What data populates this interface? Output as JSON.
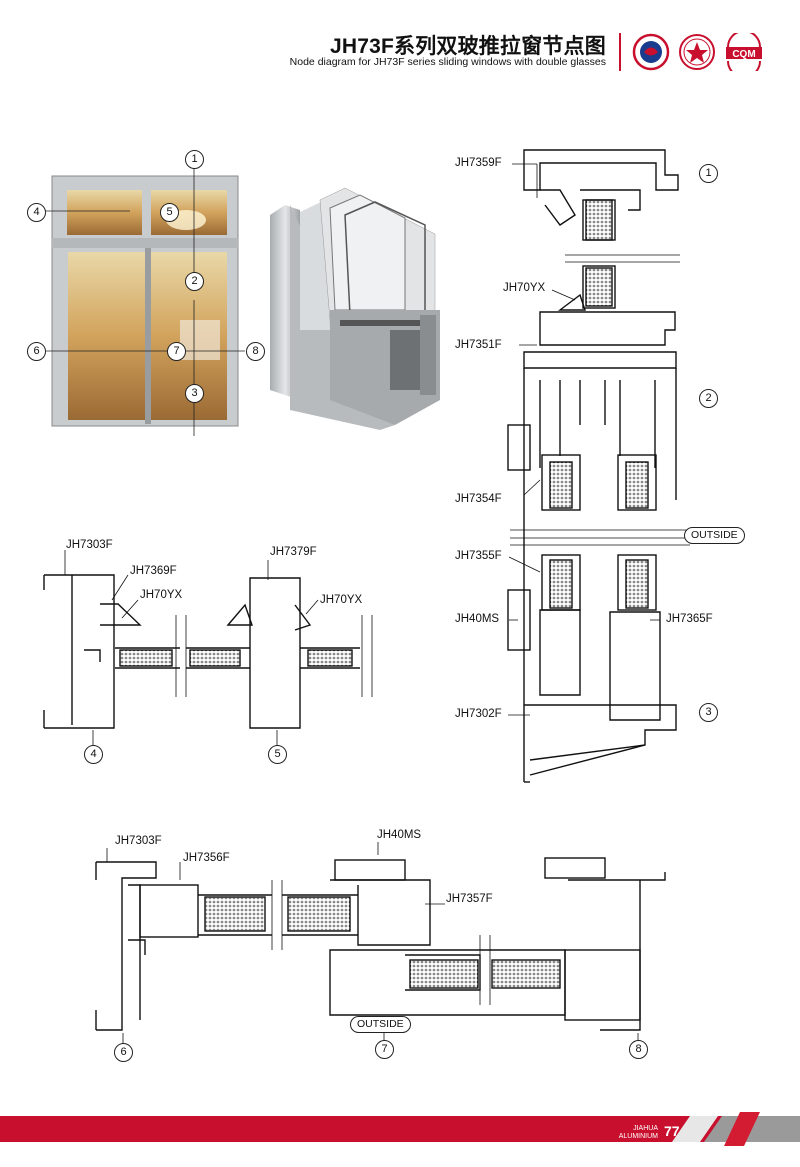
{
  "header": {
    "title_cn": "JH73F系列双玻推拉窗节点图",
    "title_en": "Node diagram for JH73F series sliding windows with double glasses",
    "logos": [
      "logo-seal-1",
      "logo-seal-2",
      "cqm-logo"
    ],
    "cqm_text": "CQM"
  },
  "colors": {
    "accent": "#c8102e",
    "frame": "#8c8c8c",
    "glass": "#d7c9a7"
  },
  "photo_callouts": [
    "1",
    "2",
    "3",
    "4",
    "5",
    "6",
    "7",
    "8"
  ],
  "top_right_section": {
    "labels": {
      "l1": "JH7359F",
      "l2": "JH70YX",
      "l3": "JH7351F",
      "l4": "JH7354F",
      "l5": "JH7355F",
      "l6": "JH40MS",
      "l7": "JH7302F",
      "l8": "JH7365F"
    },
    "outside": "OUTSIDE",
    "circles": {
      "c1": "1",
      "c2": "2",
      "c3": "3"
    }
  },
  "left_section": {
    "labels": {
      "l1": "JH7303F",
      "l2": "JH7369F",
      "l3": "JH70YX",
      "l4": "JH7379F",
      "l5": "JH70YX"
    },
    "circles": {
      "c4": "4",
      "c5": "5"
    }
  },
  "bottom_section": {
    "labels": {
      "l1": "JH7303F",
      "l2": "JH7356F",
      "l3": "JH40MS",
      "l4": "JH7357F"
    },
    "outside": "OUTSIDE",
    "circles": {
      "c6": "6",
      "c7": "7",
      "c8": "8"
    }
  },
  "footer": {
    "brand_line1": "JIAHUA",
    "brand_line2": "ALUMINIUM",
    "page_number": "77"
  }
}
